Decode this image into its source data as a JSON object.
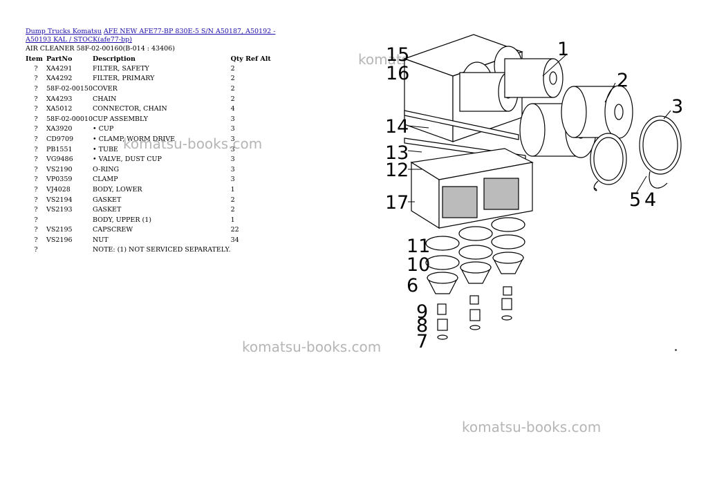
{
  "breadcrumb": {
    "link1": "Dump Trucks Komatsu",
    "link2": "AFE NEW AFE77-BP 830E-5 S/N A50187, A50192 - A50193 KAL / STOCK(afe77-bp)"
  },
  "subtitle": "AIR CLEANER 58F-02-00160(B-014 : 43406)",
  "table": {
    "headers": {
      "item": "Item",
      "partno": "PartNo",
      "description": "Description",
      "qty": "Qty Ref Alt"
    },
    "rows": [
      {
        "item": "?",
        "partno": "XA4291",
        "description": "FILTER, SAFETY",
        "qty": "2"
      },
      {
        "item": "?",
        "partno": "XA4292",
        "description": "FILTER, PRIMARY",
        "qty": "2"
      },
      {
        "item": "?",
        "partno": "58F-02-00150",
        "description": "COVER",
        "qty": "2"
      },
      {
        "item": "?",
        "partno": "XA4293",
        "description": "CHAIN",
        "qty": "2"
      },
      {
        "item": "?",
        "partno": "XA5012",
        "description": "CONNECTOR, CHAIN",
        "qty": "4"
      },
      {
        "item": "?",
        "partno": "58F-02-00010",
        "description": "CUP ASSEMBLY",
        "qty": "3"
      },
      {
        "item": "?",
        "partno": "XA3920",
        "description": "• CUP",
        "qty": "3"
      },
      {
        "item": "?",
        "partno": "CD9709",
        "description": "• CLAMP, WORM DRIVE",
        "qty": "3"
      },
      {
        "item": "?",
        "partno": "PB1551",
        "description": "• TUBE",
        "qty": "3"
      },
      {
        "item": "?",
        "partno": "VG9486",
        "description": "• VALVE, DUST CUP",
        "qty": "3"
      },
      {
        "item": "?",
        "partno": "VS2190",
        "description": "O-RING",
        "qty": "3"
      },
      {
        "item": "?",
        "partno": "VP0359",
        "description": "CLAMP",
        "qty": "3"
      },
      {
        "item": "?",
        "partno": "VJ4028",
        "description": "BODY, LOWER",
        "qty": "1"
      },
      {
        "item": "?",
        "partno": "VS2194",
        "description": "GASKET",
        "qty": "2"
      },
      {
        "item": "?",
        "partno": "VS2193",
        "description": "GASKET",
        "qty": "2"
      },
      {
        "item": "?",
        "partno": "",
        "description": "BODY, UPPER (1)",
        "qty": "1"
      },
      {
        "item": "?",
        "partno": "VS2195",
        "description": "CAPSCREW",
        "qty": "22"
      },
      {
        "item": "?",
        "partno": "VS2196",
        "description": "NUT",
        "qty": "34"
      },
      {
        "item": "?",
        "partno": "",
        "description": "NOTE: (1) NOT SERVICED SEPARATELY.",
        "qty": ""
      }
    ]
  },
  "watermark": "komatsu-books.com",
  "diagram": {
    "callouts": [
      "15",
      "16",
      "1",
      "2",
      "3",
      "14",
      "13",
      "12",
      "17",
      "5",
      "4",
      "11",
      "10",
      "6",
      "9",
      "8",
      "7"
    ]
  }
}
